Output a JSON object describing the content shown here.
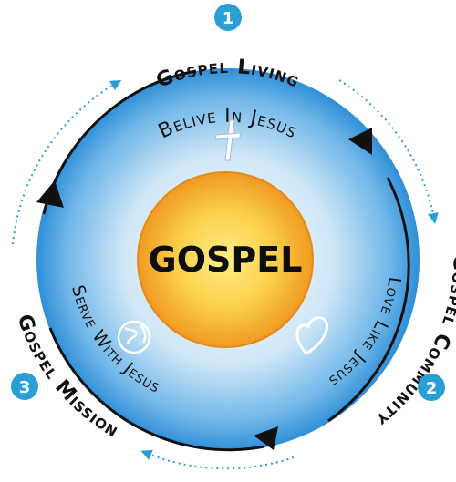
{
  "center": {
    "label": "GOSPEL"
  },
  "cycle": [
    {
      "number": "1",
      "label": "Gospel Living"
    },
    {
      "number": "2",
      "label": "Gospel Community"
    },
    {
      "number": "3",
      "label": "Gospel Mission"
    }
  ],
  "inner": [
    {
      "label": "Belive In Jesus",
      "icon": "cross-icon"
    },
    {
      "label": "Love Like Jesus",
      "icon": "heart-icon"
    },
    {
      "label": "Serve With Jesus",
      "icon": "globe-icon"
    }
  ],
  "colors": {
    "number_badge": "#2a9fd6",
    "dotted_arrows": "#2a9fd6",
    "ring_edge": "#2f8fd8",
    "ring_center": "#ffffff",
    "sun_outer": "#f2a527",
    "sun_inner": "#ffe97a",
    "cycle_arrows": "#111111"
  }
}
